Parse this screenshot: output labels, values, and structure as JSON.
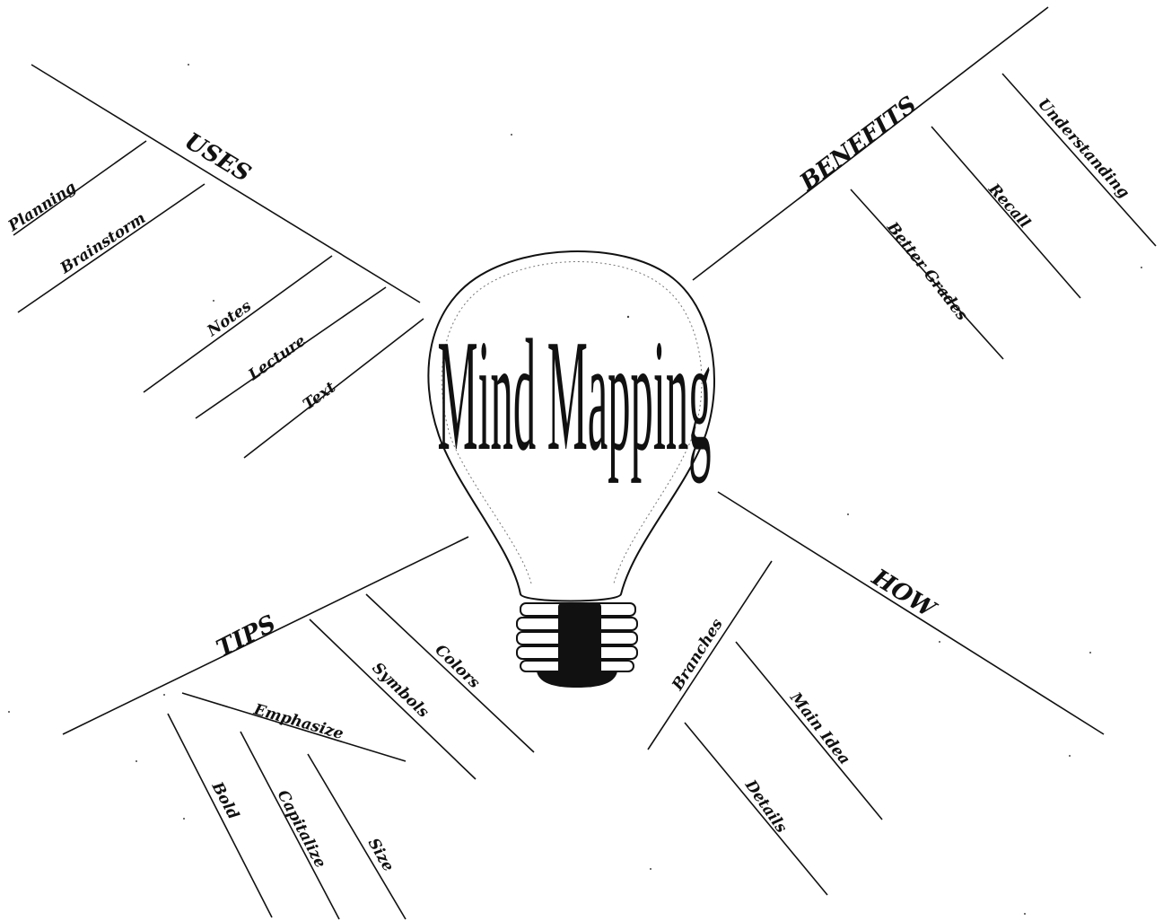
{
  "center": {
    "title": "Mind Mapping"
  },
  "branches": [
    {
      "label": "USES",
      "subs": [
        "Planning",
        "Brainstorm",
        "Notes",
        "Lecture",
        "Text"
      ]
    },
    {
      "label": "BENEFITS",
      "subs": [
        "Understanding",
        "Recall",
        "Better Grades"
      ]
    },
    {
      "label": "TIPS",
      "subs": [
        "Emphasize",
        "Symbols",
        "Colors",
        "Bold",
        "Capitalize",
        "Size"
      ]
    },
    {
      "label": "HOW",
      "subs": [
        "Branches",
        "Main Idea",
        "Details"
      ]
    }
  ]
}
